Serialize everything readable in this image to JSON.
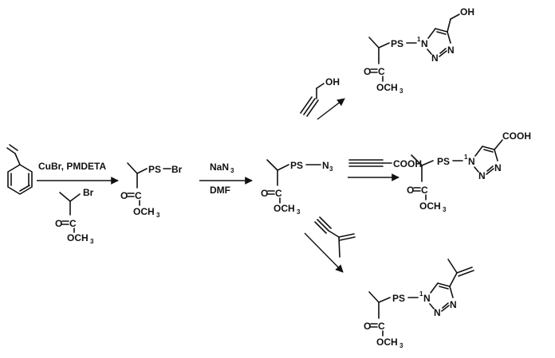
{
  "step1": {
    "reagents": "CuBr, PMDETA",
    "initiator_br": "Br",
    "carbonyl_o": "O",
    "carbonyl_c": "C",
    "ester_group": "OCH",
    "ester_sub": "3"
  },
  "intermediate_bromide": {
    "ps": "PS",
    "br": "Br",
    "carbonyl_o": "O",
    "carbonyl_c": "C",
    "ester_group": "OCH",
    "ester_sub": "3"
  },
  "step2": {
    "reagent_main": "NaN",
    "reagent_sub": "3",
    "solvent": "DMF"
  },
  "intermediate_azide": {
    "ps": "PS",
    "azide_main": "N",
    "azide_sub": "3",
    "carbonyl_o": "O",
    "carbonyl_c": "C",
    "ester_group": "OCH",
    "ester_sub": "3"
  },
  "branch_top": {
    "alkyne_oh": "OH",
    "product": {
      "ps": "PS",
      "n1": "N",
      "n2": "N",
      "n3": "N",
      "dash_n": "1",
      "substituent": "OH",
      "carbonyl_o": "O",
      "carbonyl_c": "C",
      "ester_group": "OCH",
      "ester_sub": "3"
    }
  },
  "branch_middle": {
    "alkyne_cooh": "COOH",
    "product": {
      "ps": "PS",
      "n1": "N",
      "n2": "N",
      "n3": "N",
      "dash_n": "1",
      "substituent": "COOH",
      "carbonyl_o": "O",
      "carbonyl_c": "C",
      "ester_group": "OCH",
      "ester_sub": "3"
    }
  },
  "branch_bottom": {
    "product": {
      "ps": "PS",
      "n1": "N",
      "n2": "N",
      "n3": "N",
      "dash_n": "1",
      "carbonyl_o": "O",
      "carbonyl_c": "C",
      "ester_group": "OCH",
      "ester_sub": "3"
    }
  }
}
